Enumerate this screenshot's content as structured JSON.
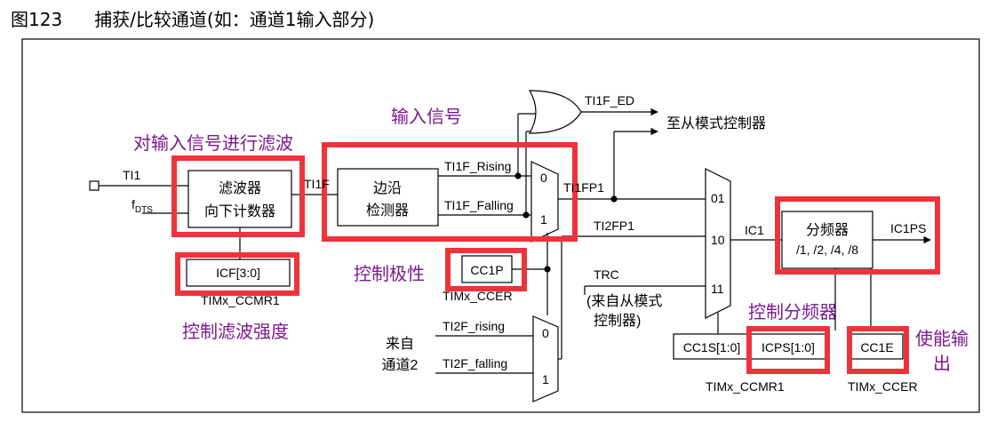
{
  "caption": {
    "figure_number": "图123",
    "title": "捕获/比较通道(如：通道1输入部分)"
  },
  "inputs": {
    "ti1": "TI1",
    "fdts_main": "f",
    "fdts_sub": "DTS",
    "from_label_1": "来自",
    "from_label_2": "通道2"
  },
  "filter": {
    "line1": "滤波器",
    "line2": "向下计数器",
    "out_signal": "TI1F"
  },
  "edge_detector": {
    "line1": "边沿",
    "line2": "检测器",
    "rising": "TI1F_Rising",
    "falling": "TI1F_Falling"
  },
  "registers": {
    "icf": "ICF[3:0]",
    "icf_reg": "TIMx_CCMR1",
    "cc1p": "CC1P",
    "cc1p_reg": "TIMx_CCER",
    "cc1s": "CC1S[1:0]",
    "icps": "ICPS[1:0]",
    "ccmr1_reg": "TIMx_CCMR1",
    "cc1e": "CC1E",
    "ccer_reg": "TIMx_CCER"
  },
  "mux_labels": {
    "zero": "0",
    "one": "1",
    "sel01": "01",
    "sel10": "10",
    "sel11": "11"
  },
  "signals": {
    "ti1f_ed": "TI1F_ED",
    "to_slave": "至从模式控制器",
    "ti1fp1": "TI1FP1",
    "ti2fp1": "TI2FP1",
    "trc": "TRC",
    "trc_note_1": "(来自从模式",
    "trc_note_2": "控制器)",
    "ti2f_rising": "TI2F_rising",
    "ti2f_falling": "TI2F_falling",
    "ic1": "IC1",
    "ic1ps": "IC1PS"
  },
  "prescaler": {
    "line1": "分频器",
    "line2": "/1, /2, /4, /8"
  },
  "annotations": {
    "filter_note": "对输入信号进行滤波",
    "input_signal": "输入信号",
    "polarity": "控制极性",
    "filter_strength": "控制滤波强度",
    "prescaler_ctrl": "控制分频器",
    "enable_1": "使能输",
    "enable_2": "出"
  },
  "colors": {
    "annotation_text": "#7b1a8c",
    "highlight": "#f0323c",
    "line": "#000000"
  }
}
